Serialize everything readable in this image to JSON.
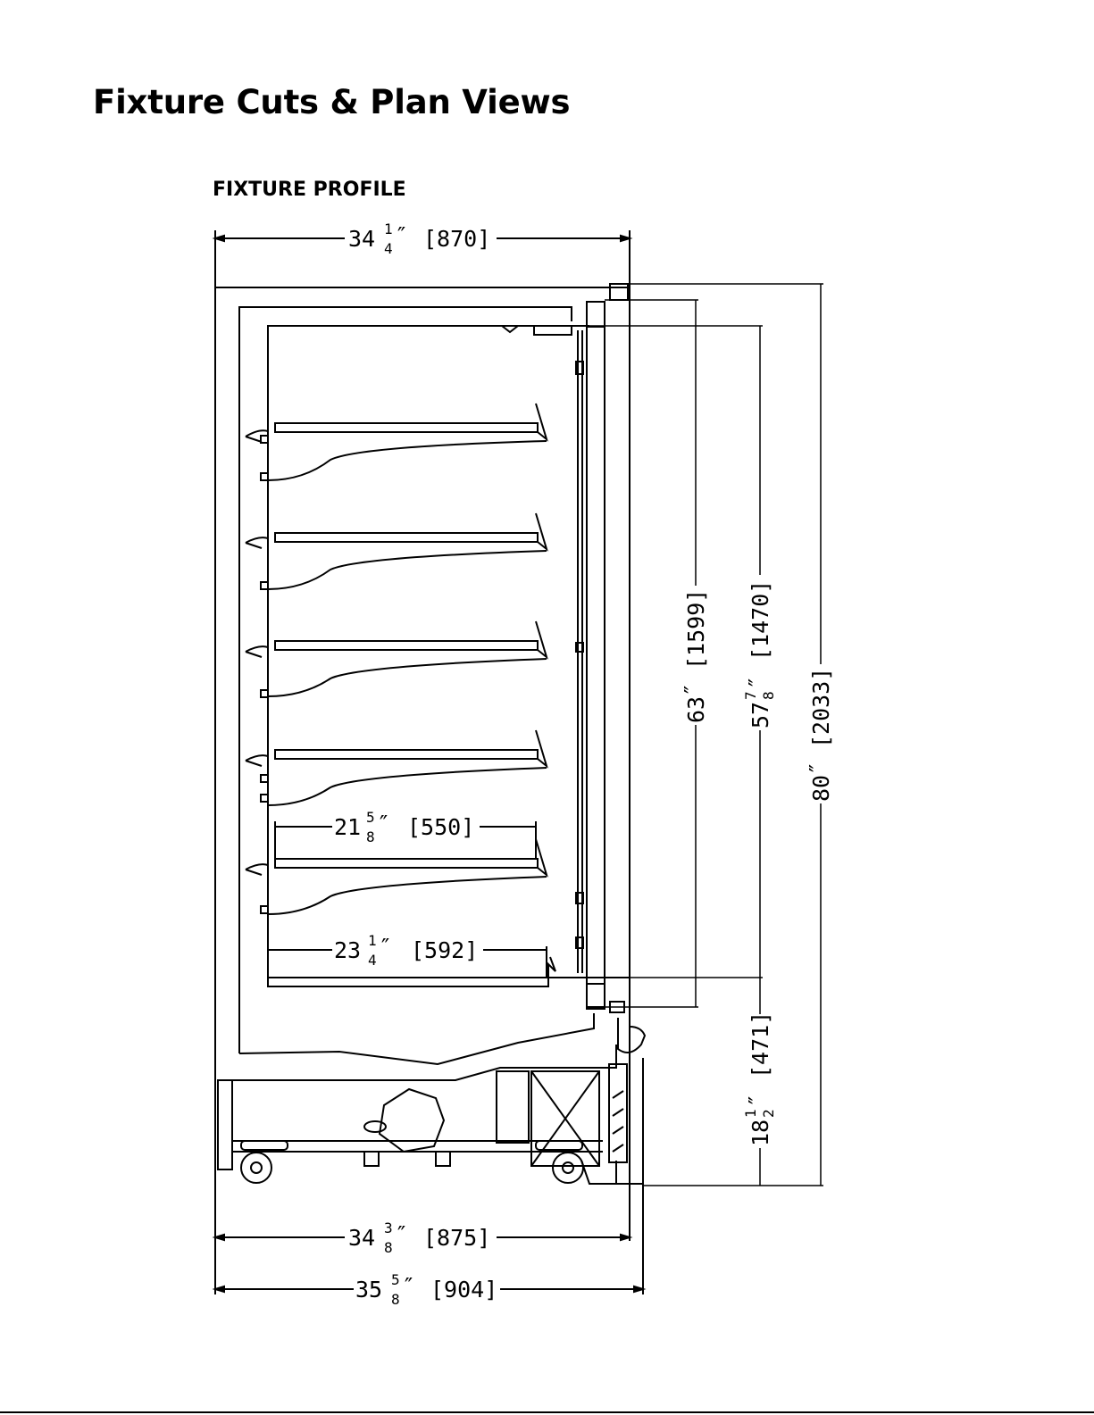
{
  "page": {
    "title": "Fixture Cuts & Plan Views",
    "subtitle": "FIXTURE PROFILE"
  },
  "dimensions": {
    "top_width": {
      "whole": "34",
      "num": "1",
      "den": "4",
      "inch": "″",
      "metric": "[870]"
    },
    "shelf_depth": {
      "whole": "21",
      "num": "5",
      "den": "8",
      "inch": "″",
      "metric": "[550]"
    },
    "deck_depth": {
      "whole": "23",
      "num": "1",
      "den": "4",
      "inch": "″",
      "metric": "[592]"
    },
    "base_width": {
      "whole": "34",
      "num": "3",
      "den": "8",
      "inch": "″",
      "metric": "[875]"
    },
    "overall_width": {
      "whole": "35",
      "num": "5",
      "den": "8",
      "inch": "″",
      "metric": "[904]"
    },
    "opening_height": {
      "whole": "63",
      "inch": "″",
      "metric": "[1599]"
    },
    "display_height": {
      "whole": "57",
      "num": "7",
      "den": "8",
      "inch": "″",
      "metric": "[1470]"
    },
    "overall_height": {
      "whole": "80",
      "inch": "″",
      "metric": "[2033]"
    },
    "deck_height": {
      "whole": "18",
      "num": "1",
      "den": "2",
      "inch": "″",
      "metric": "[471]"
    }
  },
  "colors": {
    "line": "#000000",
    "background": "#ffffff",
    "accent_dot": "#3a8a3a"
  }
}
